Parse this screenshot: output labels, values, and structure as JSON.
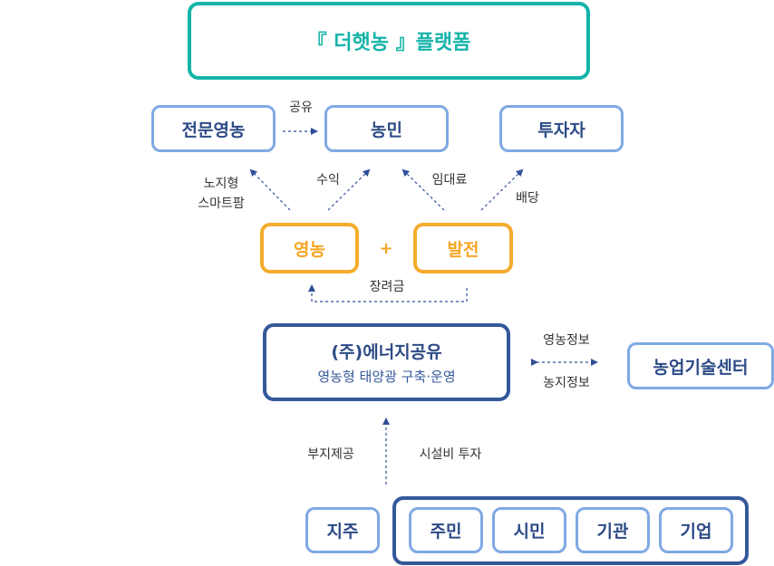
{
  "platform": {
    "title": "『 더햇농 』플랫폼"
  },
  "top_row": {
    "specialist": "전문영농",
    "farmer": "농민",
    "investor": "투자자"
  },
  "middle": {
    "farming": "영농",
    "plus": "+",
    "power": "발전"
  },
  "company": {
    "name": "(주)에너지공유",
    "desc": "영농형 태양광 구축·운영"
  },
  "tech_center": "농업기술센터",
  "landowner": "지주",
  "participants": [
    "주민",
    "시민",
    "기관",
    "기업"
  ],
  "labels": {
    "share": "공유",
    "smartfarm_line1": "노지형",
    "smartfarm_line2": "스마트팜",
    "profit": "수익",
    "rent": "임대료",
    "dividend": "배당",
    "incentive": "장려금",
    "farming_info": "영농정보",
    "farmland_info": "농지정보",
    "site_provision": "부지제공",
    "facility_investment": "시설비 투자"
  },
  "colors": {
    "teal": "#14b3a8",
    "light_blue": "#7fa9e3",
    "navy": "#34589a",
    "orange": "#f5ac2e",
    "arrow": "#2f4f99"
  }
}
